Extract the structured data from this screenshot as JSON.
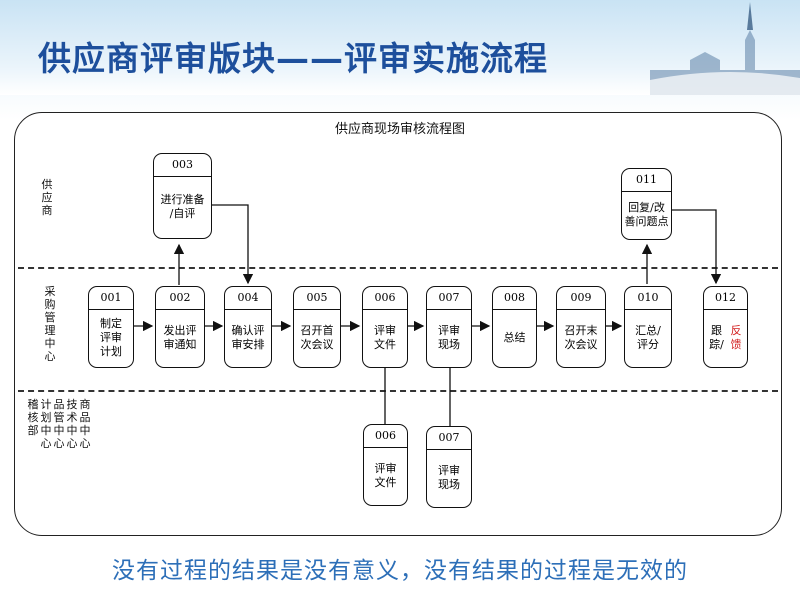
{
  "slide": {
    "title": "供应商评审版块——评审实施流程",
    "slogan": "没有过程的结果是没有意义，没有结果的过程是无效的"
  },
  "diagram": {
    "title": "供应商现场审核流程图",
    "lanes": {
      "supplier": [
        "供",
        "应",
        "商"
      ],
      "purchasing": [
        "采",
        "购",
        "管",
        "理",
        "中",
        "心"
      ],
      "depts": [
        [
          "稽",
          "核",
          "部"
        ],
        [
          "计",
          "划",
          "中",
          "心"
        ],
        [
          "品",
          "管",
          "中",
          "心"
        ],
        [
          "技",
          "术",
          "中",
          "心"
        ],
        [
          "商",
          "品",
          "中",
          "心"
        ]
      ]
    },
    "boxes": {
      "b003": {
        "id": "003",
        "text": "进行准备\n/自评"
      },
      "b011": {
        "id": "011",
        "text": "回复/改\n善问题点"
      },
      "b001": {
        "id": "001",
        "text": "制定\n评审\n计划"
      },
      "b002": {
        "id": "002",
        "text": "发出评\n审通知"
      },
      "b004": {
        "id": "004",
        "text": "确认评\n审安排"
      },
      "b005": {
        "id": "005",
        "text": "召开首\n次会议"
      },
      "b006": {
        "id": "006",
        "text": "评审\n文件"
      },
      "b007": {
        "id": "007",
        "text": "评审\n现场"
      },
      "b008": {
        "id": "008",
        "text": "总结"
      },
      "b009": {
        "id": "009",
        "text": "召开末\n次会议"
      },
      "b010": {
        "id": "010",
        "text": "汇总/\n评分"
      },
      "b012": {
        "id": "012",
        "text_main": "跟踪/",
        "text_red": "反馈"
      },
      "b006b": {
        "id": "006",
        "text": "评审\n文件"
      },
      "b007b": {
        "id": "007",
        "text": "评审\n现场"
      }
    }
  },
  "colors": {
    "title": "#1d4f9c",
    "slogan": "#2d6fb8",
    "highlight": "#d21e1e"
  }
}
